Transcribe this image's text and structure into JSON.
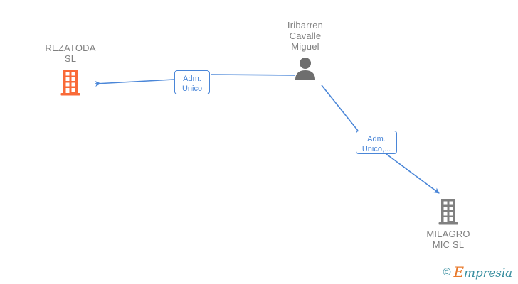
{
  "diagram": {
    "background_color": "#ffffff",
    "nodes": [
      {
        "id": "rezatoda",
        "type": "company",
        "icon": "building-icon",
        "label": "REZATODA\nSL",
        "color": "#f96a38"
      },
      {
        "id": "person",
        "type": "person",
        "icon": "person-icon",
        "label": "Iribarren\nCavalle\nMiguel",
        "color": "#6e6e6e"
      },
      {
        "id": "milagro",
        "type": "company",
        "icon": "building-icon",
        "label": "MILAGRO\nMIC  SL",
        "color": "#808080"
      }
    ],
    "edges": [
      {
        "id": "edge-person-rezatoda",
        "from": "person",
        "to": "rezatoda",
        "label": "Adm.\nUnico",
        "color": "#4a86d8",
        "arrow": "left"
      },
      {
        "id": "edge-person-milagro",
        "from": "person",
        "to": "milagro",
        "label": "Adm.\nUnico,...",
        "color": "#4a86d8",
        "arrow": "down-right"
      }
    ]
  },
  "watermark": {
    "copyright": "©",
    "brand_initial": "E",
    "brand_rest": "mpresia",
    "teal": "#3a8fa0",
    "orange": "#e8792b"
  }
}
